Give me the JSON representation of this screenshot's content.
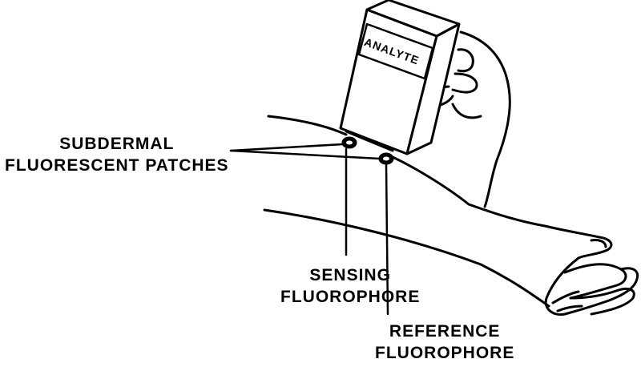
{
  "device": {
    "label": "ANALYTE"
  },
  "labels": {
    "patches": {
      "line1": "SUBDERMAL",
      "line2": "FLUORESCENT PATCHES"
    },
    "sensing": {
      "line1": "SENSING",
      "line2": "FLUOROPHORE"
    },
    "reference": {
      "line1": "REFERENCE",
      "line2": "FLUOROPHORE"
    }
  },
  "colors": {
    "ink": "#000000",
    "paper": "#ffffff"
  }
}
